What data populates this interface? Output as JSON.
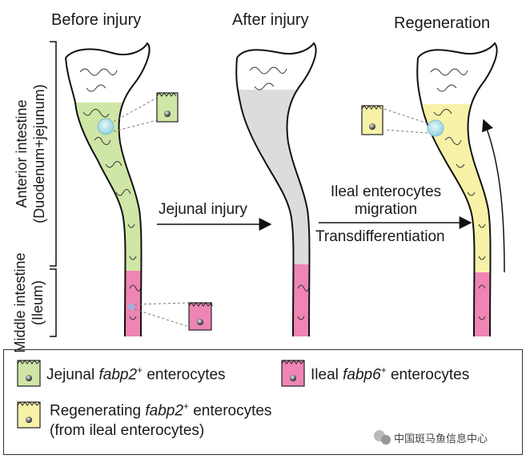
{
  "panels": {
    "before": "Before injury",
    "after": "After injury",
    "regen": "Regeneration"
  },
  "side_labels": {
    "anterior_line1": "Anterior intestine",
    "anterior_line2": "(Duodenum+jejunum)",
    "middle_line1": "Middle intestine",
    "middle_line2": "(Ileum)"
  },
  "arrows": {
    "injury": "Jejunal injury",
    "migration_line1": "Ileal enterocytes",
    "migration_line2": "migration",
    "transdiff": "Transdifferentiation"
  },
  "legend": {
    "jejunal_prefix": "Jejunal ",
    "jejunal_gene": "fabp2",
    "jejunal_sup": "+",
    "jejunal_suffix": " enterocytes",
    "ileal_prefix": "Ileal ",
    "ileal_gene": "fabp6",
    "ileal_sup": "+",
    "ileal_suffix": " enterocytes",
    "regen_prefix": "Regenerating ",
    "regen_gene": "fabp2",
    "regen_sup": "+",
    "regen_suffix": " enterocytes",
    "regen_line2": "(from ileal enterocytes)"
  },
  "watermark": "中国斑马鱼信息中心",
  "colors": {
    "green": "#cfe6a6",
    "pink": "#ee85b4",
    "yellow": "#f7f2a8",
    "gray": "#dcdcdc",
    "cyan": "#a9dfe8"
  }
}
